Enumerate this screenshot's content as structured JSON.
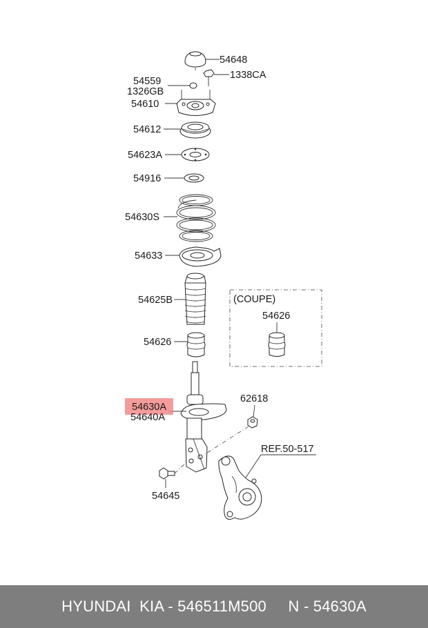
{
  "labels": {
    "p54648": "54648",
    "p1338ca": "1338CA",
    "p54559": "54559",
    "p1326gb": "1326GB",
    "p54610": "54610",
    "p54612": "54612",
    "p54623a": "54623A",
    "p54916": "54916",
    "p54630s": "54630S",
    "p54633": "54633",
    "p54625b": "54625B",
    "p54626": "54626",
    "coupe_title": "(COUPE)",
    "coupe_part": "54626",
    "p54630a": "54630A",
    "p54640a": "54640A",
    "p62618": "62618",
    "ref": "REF.50-517",
    "p54645": "54645"
  },
  "highlight_color": "#f28b8b",
  "footer": {
    "text": "HYUNDAI  KIA - 546511M500     N - 54630A"
  }
}
